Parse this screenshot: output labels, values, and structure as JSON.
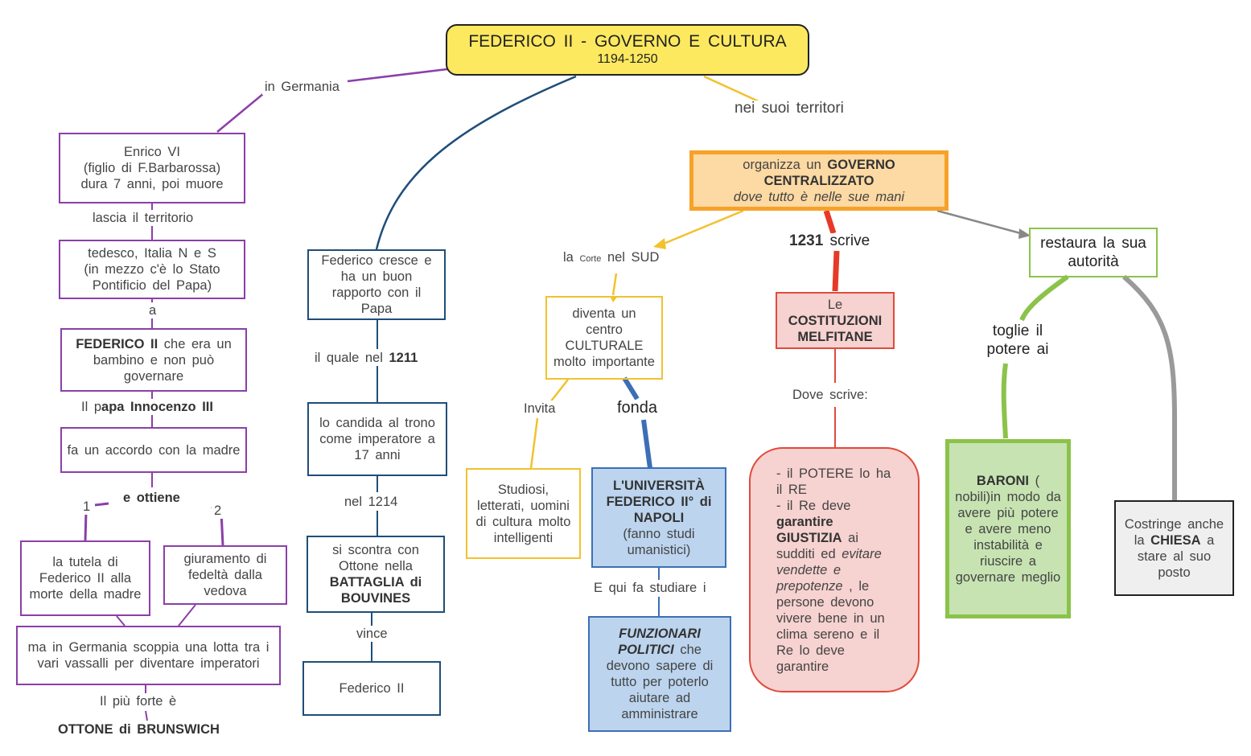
{
  "root": {
    "title": "FEDERICO II -  GOVERNO E CULTURA",
    "dates": "1194-1250",
    "color": "#fde95f"
  },
  "germany": {
    "branch_label": "in Germania",
    "enrico": [
      "Enrico VI",
      "(figlio di F.Barbarossa)",
      "dura 7 anni, poi muore"
    ],
    "lascia": "lascia il territorio",
    "territorio": [
      "tedesco, Italia N e S",
      "(in mezzo c'è lo Stato",
      "Pontificio del Papa)"
    ],
    "a": "a",
    "federico_bold": "FEDERICO II",
    "federico_rest": " che era un bambino e non può governare",
    "papa_pre": "Il p",
    "papa_bold": "apa Innocenzo III",
    "accordo": "fa un accordo con la madre",
    "ottiene": "e ottiene",
    "n1": "1",
    "n2": "2",
    "tutela": "la tutela di Federico II alla morte della madre",
    "giuramento": "giuramento di fedeltà dalla vedova",
    "lotta": "ma in Germania scoppia una lotta tra i vari vassalli per diventare imperatori",
    "piu_forte": "Il più forte è",
    "ottone": "OTTONE di BRUNSWICH"
  },
  "papa_branch": {
    "cresce": "Federico cresce e ha un buon rapporto con il Papa",
    "quale_pre": "il quale nel",
    "quale_year": "1211",
    "candida": "lo candida al trono come imperatore a 17 anni",
    "nel1214": "nel 1214",
    "scontra_pre": "si scontra con Ottone nella",
    "scontra_bold": "BATTAGLIA di BOUVINES",
    "vince": "vince",
    "federico": "Federico II"
  },
  "territori": {
    "branch_label": "nei suoi territori",
    "governo_pre": "organizza un ",
    "governo_bold1": "GOVERNO",
    "governo_bold2": "CENTRALIZZATO",
    "governo_italic": "dove tutto è nelle sue mani",
    "corte_pre": "la",
    "corte_small": "Corte",
    "corte_post": "nel SUD",
    "centro": "diventa un centro CULTURALE molto importante",
    "invita": "Invita",
    "studiosi": "Studiosi, letterati, uomini di cultura molto intelligenti",
    "fonda": "fonda",
    "uni_bold": "L'UNIVERSITÀ FEDERICO II° di NAPOLI",
    "uni_rest": "(fanno studi umanistici)",
    "qui": "E qui fa studiare i",
    "funz_italic": "FUNZIONARI POLITICI",
    "funz_rest": " che devono sapere di tutto per poterlo aiutare ad amministrare",
    "scrive_year": "1231",
    "scrive": " scrive",
    "cost_le": "Le",
    "cost_bold": "COSTITUZIONI MELFITANE",
    "dove": "Dove scrive:",
    "p1": "- il POTERE lo ha il RE",
    "p2": "- il Re deve ",
    "p2_bold": "garantire GIUSTIZIA",
    "p2_rest": " ai sudditi ed ",
    "p2_italic": "evitare vendette e prepotenze",
    "p2_end": " , le persone devono vivere bene in un clima sereno e il Re lo deve garantire",
    "restaura": "restaura la sua autorità",
    "toglie": "toglie il potere ai",
    "baroni_bold": "BARONI",
    "baroni_rest": " ( nobili)in modo da avere più potere e avere meno instabilità e riuscire a governare meglio",
    "costringe_pre": "Costringe anche la ",
    "costringe_bold": "CHIESA",
    "costringe_rest": " a stare al suo posto"
  }
}
